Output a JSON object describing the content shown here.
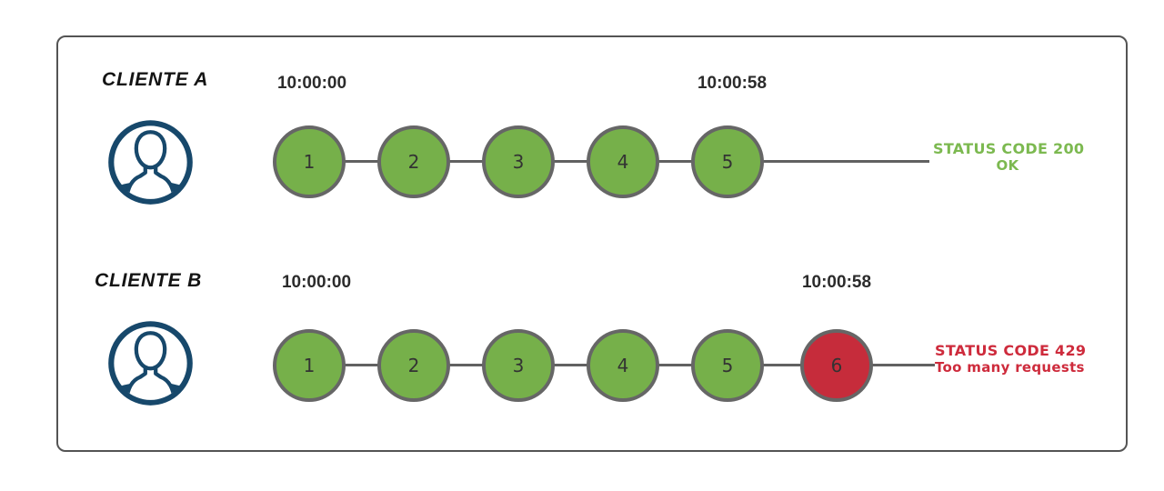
{
  "diagram_title": "rate-limiting-clients-diagram",
  "colors": {
    "request_ok_green": "#76b04a",
    "request_limited_red": "#c62c3b",
    "circle_border_gray": "#666666",
    "timeline_line_gray": "#616161",
    "frame_border_gray": "#545454",
    "avatar_navy": "#17486b",
    "status_success_green": "#7cb950",
    "status_error_red": "#ce2b3c",
    "timestamp_text": "#2b2b2b"
  },
  "icons": {
    "client_icon": "user-avatar-icon"
  },
  "rows": [
    {
      "client": "CLIENTE A",
      "start_time": "10:00:00",
      "end_time": "10:00:58",
      "requests": [
        "1",
        "2",
        "3",
        "4",
        "5"
      ],
      "status_line1": "STATUS CODE 200",
      "status_line2": "OK"
    },
    {
      "client": "CLIENTE B",
      "start_time": "10:00:00",
      "end_time": "10:00:58",
      "requests": [
        "1",
        "2",
        "3",
        "4",
        "5",
        "6"
      ],
      "status_line1": "STATUS CODE 429",
      "status_line2": "Too many requests"
    }
  ]
}
